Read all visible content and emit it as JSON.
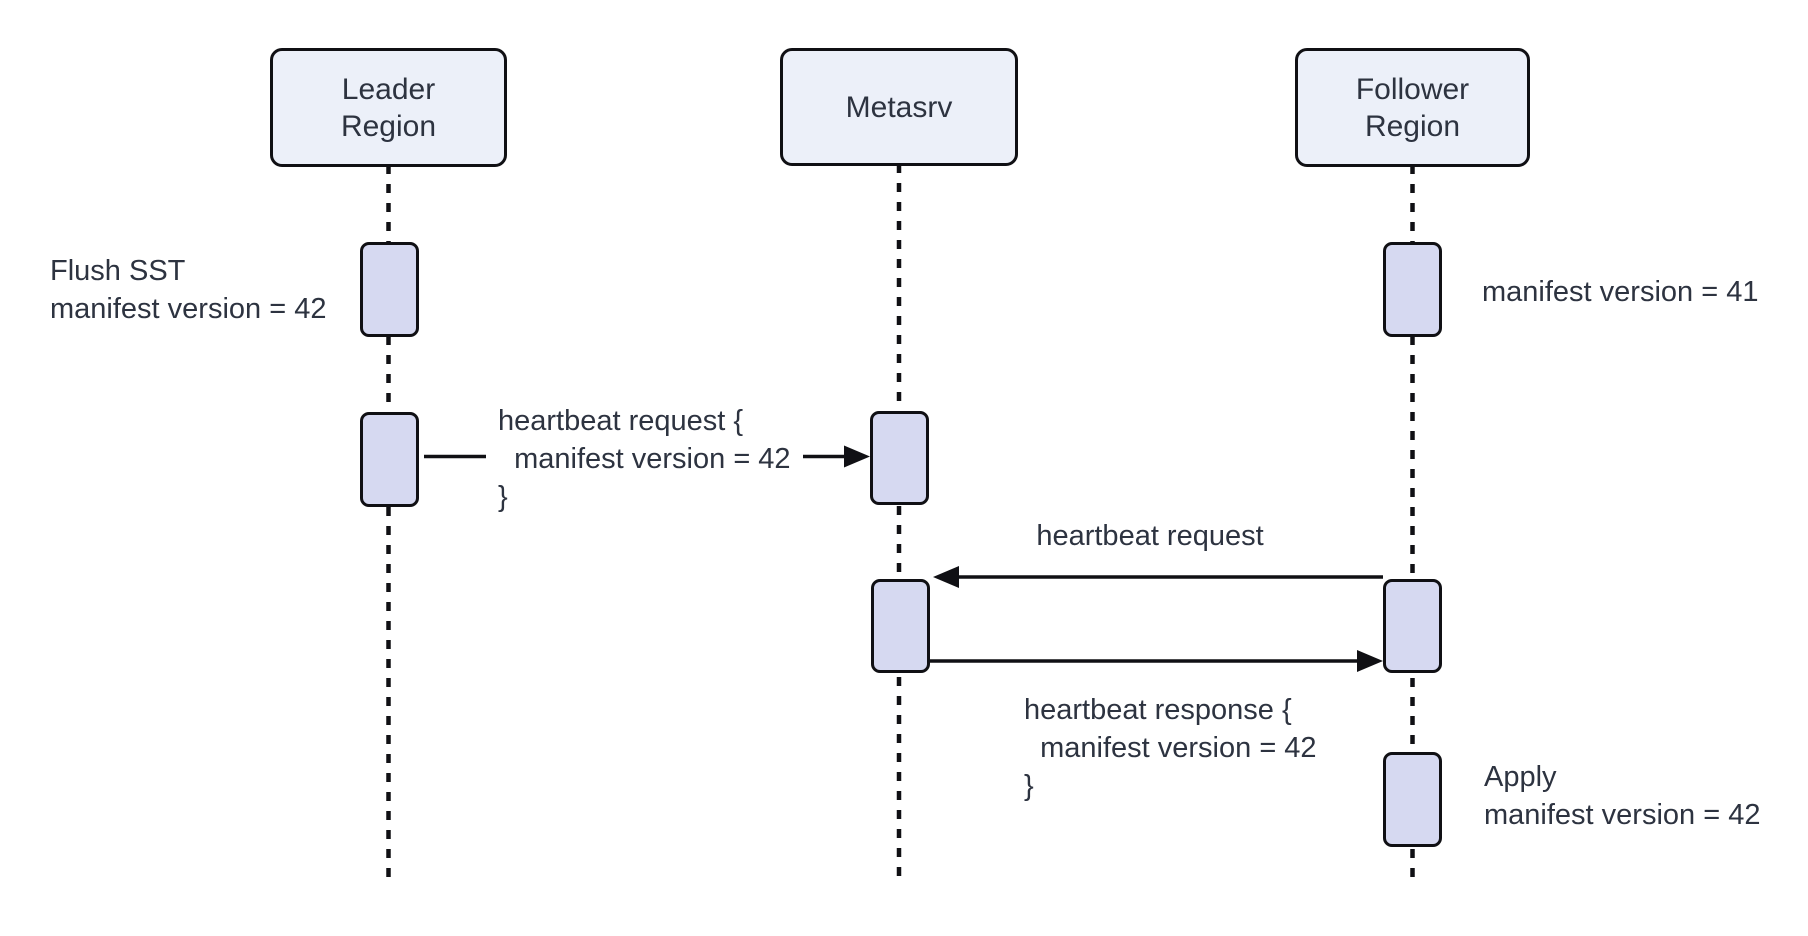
{
  "diagram": {
    "type": "sequence-diagram",
    "participants": [
      {
        "id": "leader-region",
        "label": "Leader\nRegion"
      },
      {
        "id": "metasrv",
        "label": "Metasrv"
      },
      {
        "id": "follower-region",
        "label": "Follower\nRegion"
      }
    ],
    "messages": [
      {
        "from": "Leader Region",
        "to": "Metasrv",
        "label": "heartbeat request {\n  manifest version = 42\n}"
      },
      {
        "from": "Follower Region",
        "to": "Metasrv",
        "label": "heartbeat request"
      },
      {
        "from": "Metasrv",
        "to": "Follower Region",
        "label": "heartbeat response {\n  manifest version = 42\n}"
      }
    ],
    "annotations": [
      {
        "target": "Leader Region",
        "text": "Flush SST\nmanifest version = 42"
      },
      {
        "target": "Follower Region",
        "text": "manifest version = 41"
      },
      {
        "target": "Follower Region",
        "text": "Apply\nmanifest version = 42"
      }
    ],
    "colors": {
      "actor-fill": "#ecf0f9",
      "activation-fill": "#d6d9f1",
      "line": "#101014",
      "text": "#2d3340",
      "background": "#ffffff"
    }
  }
}
